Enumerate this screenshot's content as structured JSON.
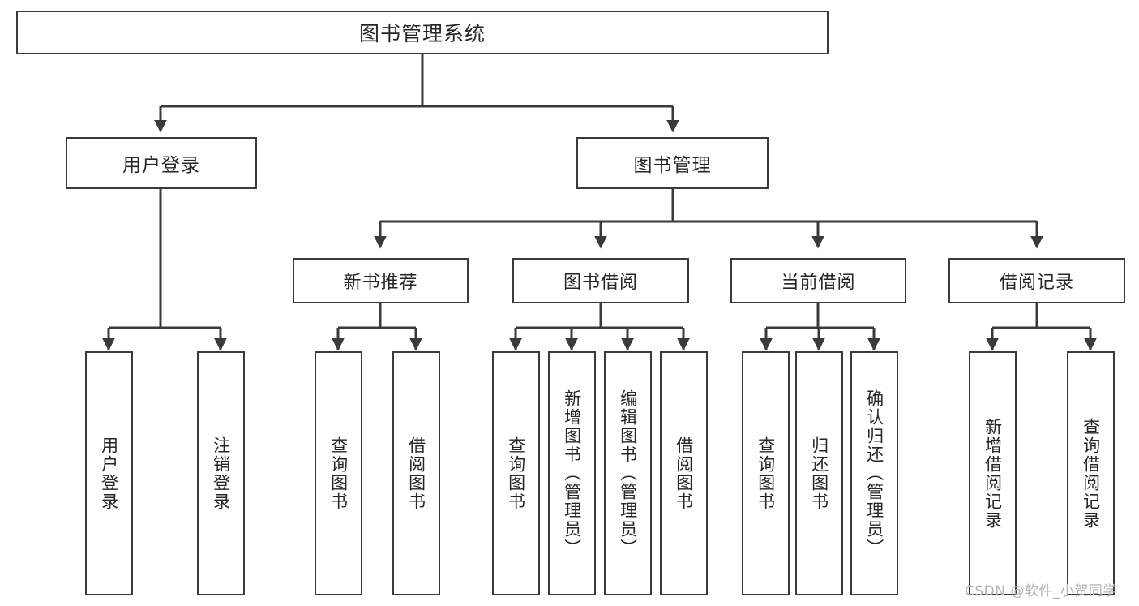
{
  "diagram": {
    "title": "图书管理系统",
    "watermark": "CSDN @软件_小贺同学",
    "stroke_color": "#3a3a3a",
    "text_color": "#262626",
    "background_color": "#ffffff",
    "watermark_color": "#b6b6b6"
  },
  "nodes": {
    "root": {
      "label": "图书管理系统"
    },
    "level2": [
      {
        "label": "用户登录"
      },
      {
        "label": "图书管理"
      }
    ],
    "level3": [
      {
        "label": "新书推荐"
      },
      {
        "label": "图书借阅"
      },
      {
        "label": "当前借阅"
      },
      {
        "label": "借阅记录"
      }
    ],
    "leaves": [
      {
        "label": "用户登录",
        "parent": "用户登录"
      },
      {
        "label": "注销登录",
        "parent": "用户登录"
      },
      {
        "label": "查询图书",
        "parent": "新书推荐"
      },
      {
        "label": "借阅图书",
        "parent": "新书推荐"
      },
      {
        "label": "查询图书",
        "parent": "图书借阅"
      },
      {
        "label": "新增图书（管理员）",
        "parent": "图书借阅"
      },
      {
        "label": "编辑图书（管理员）",
        "parent": "图书借阅"
      },
      {
        "label": "借阅图书",
        "parent": "图书借阅"
      },
      {
        "label": "查询图书",
        "parent": "当前借阅"
      },
      {
        "label": "归还图书",
        "parent": "当前借阅"
      },
      {
        "label": "确认归还（管理员）",
        "parent": "当前借阅"
      },
      {
        "label": "新增借阅记录",
        "parent": "借阅记录"
      },
      {
        "label": "查询借阅记录",
        "parent": "借阅记录"
      }
    ]
  }
}
